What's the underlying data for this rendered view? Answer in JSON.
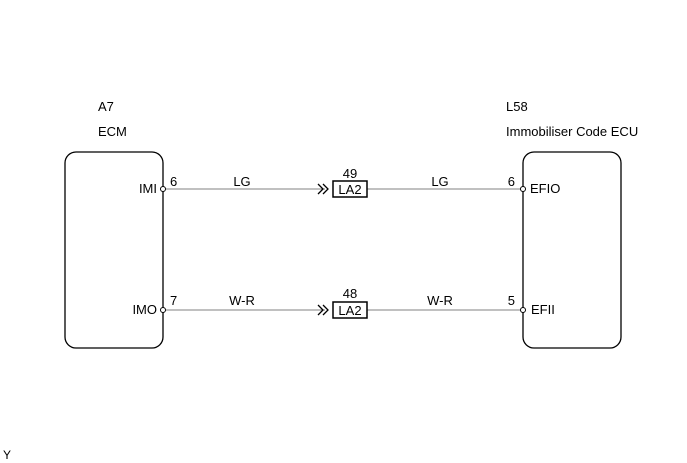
{
  "left_component": {
    "code": "A7",
    "name": "ECM"
  },
  "right_component": {
    "code": "L58",
    "name": "Immobiliser Code ECU"
  },
  "circuits": [
    {
      "left_terminal": "IMI",
      "left_pin": "6",
      "left_wire_color": "LG",
      "junction_pin": "49",
      "junction_connector": "LA2",
      "right_wire_color": "LG",
      "right_pin": "6",
      "right_terminal": "EFIO"
    },
    {
      "left_terminal": "IMO",
      "left_pin": "7",
      "left_wire_color": "W-R",
      "junction_pin": "48",
      "junction_connector": "LA2",
      "right_wire_color": "W-R",
      "right_pin": "5",
      "right_terminal": "EFII"
    }
  ],
  "footer_code": "Y"
}
